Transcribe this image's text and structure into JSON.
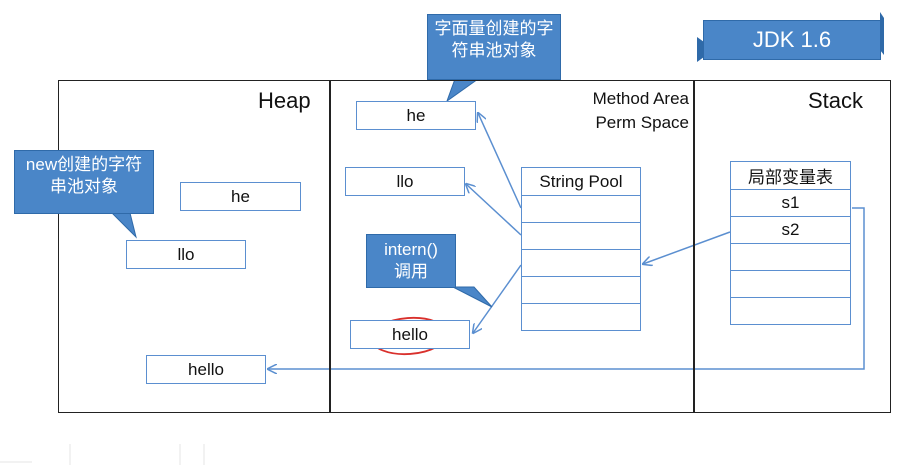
{
  "badge": {
    "label": "JDK 1.6"
  },
  "regions": {
    "heap_title": "Heap",
    "method_area_title": "Method Area",
    "perm_space_title": "Perm Space",
    "stack_title": "Stack"
  },
  "heap": {
    "items": [
      "he",
      "llo",
      "hello"
    ],
    "callout": "new创建的字符串池对象"
  },
  "method_area": {
    "items": [
      "he",
      "llo",
      "hello"
    ],
    "callout_top": "字面量创建的字符串池对象",
    "callout_intern_line1": "intern()",
    "callout_intern_line2": "调用",
    "string_pool_title": "String Pool",
    "string_pool_cells": [
      "",
      "",
      "",
      "",
      "",
      ""
    ]
  },
  "stack": {
    "table_title": "局部变量表",
    "cells": [
      "s1",
      "s2",
      "",
      "",
      "",
      ""
    ]
  },
  "colors": {
    "arrow": "#5b8fd0",
    "callout_bg": "#4a86c8",
    "highlight_circle": "#d9302c"
  }
}
